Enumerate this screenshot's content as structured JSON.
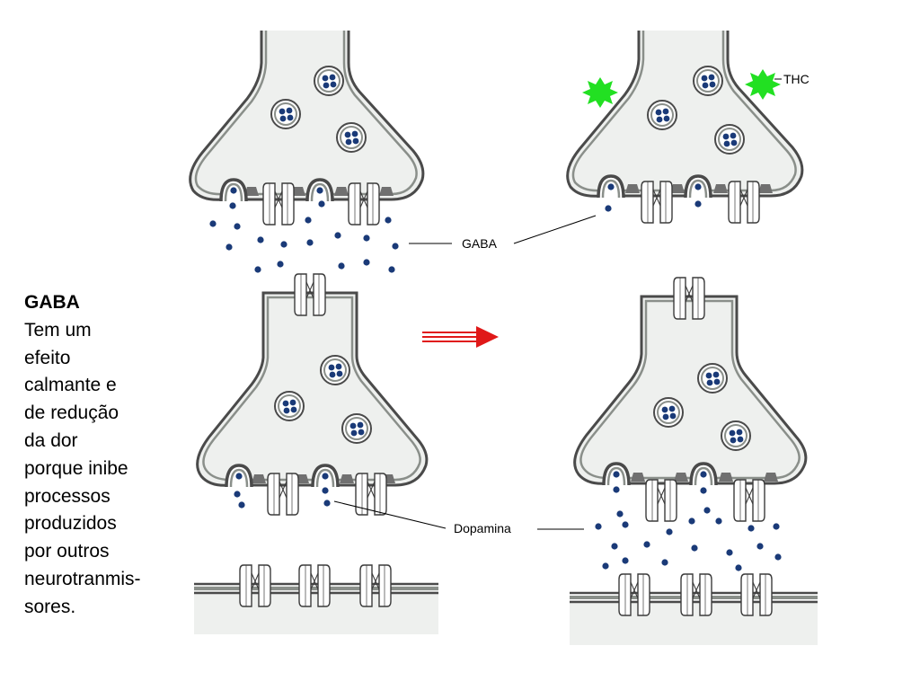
{
  "labels": {
    "thc": "THC",
    "gaba": "GABA",
    "dopamina": "Dopamina"
  },
  "side_text": {
    "title": "GABA",
    "lines": [
      "Tem um",
      "efeito",
      "calmante e",
      "de redução",
      "da dor",
      "porque inibe",
      "processos",
      "produzidos",
      "por outros",
      "neurotranmis-",
      "sores."
    ]
  },
  "colors": {
    "cell_fill": "#eef0ee",
    "membrane": "#8a8f8a",
    "outline": "#3c3c3c",
    "transmitter": "#1a3a78",
    "thc": "#22e022",
    "arrow": "#e01818",
    "pump": "#707070"
  }
}
